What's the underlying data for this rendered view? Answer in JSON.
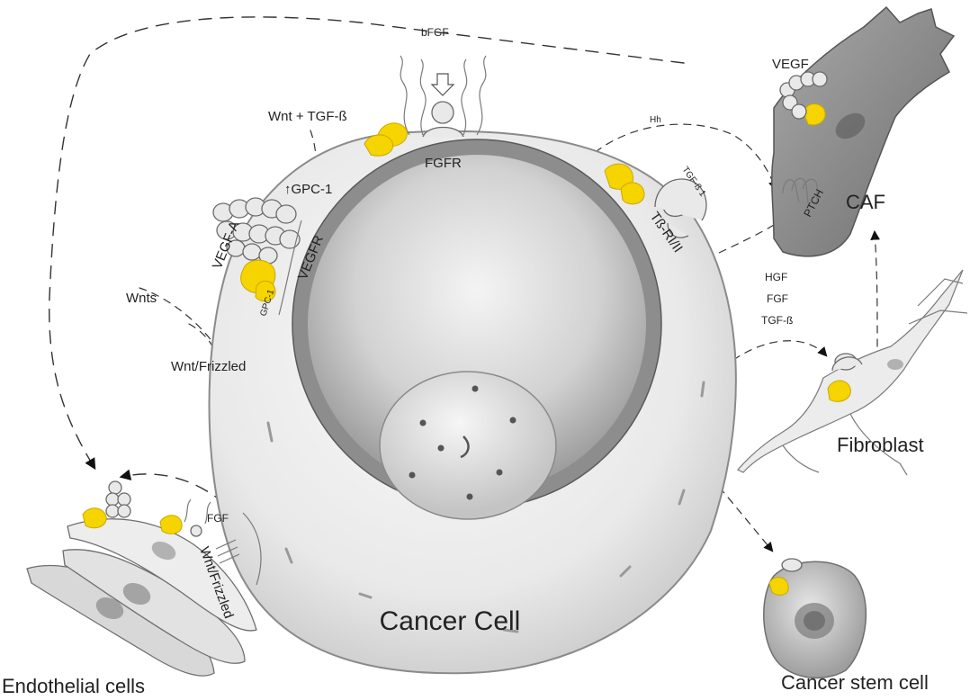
{
  "colors": {
    "protein_yellow": "#f5d400",
    "cell_outer": "#e4e4e4",
    "nucleus_membrane": "#6f6f6f",
    "line": "#333333"
  },
  "labels": {
    "cancer_cell": "Cancer Cell",
    "caf": "CAF",
    "fibroblast": "Fibroblast",
    "endothelial_cells": "Endothelial cells",
    "cancer_stem_cell": "Cancer stem cell",
    "bfgf": "bFGF",
    "fgfr": "FGFR",
    "wnt_tgf": "Wnt + TGF-ß",
    "gpc1_up": "↑GPC-1",
    "vegf_a": "VEGF-A",
    "vegfr": "VEGFR",
    "gpc1": "GPC-1",
    "wnts": "Wnts",
    "wnt_frizzled": "Wnt/Frizzled",
    "hh": "Hh",
    "tgf_b1": "TGF-ß 1",
    "tb_r": "Tß-RI/II",
    "vegf": "VEGF",
    "ptch": "PTCH",
    "hgf": "HGF",
    "fgf_caf": "FGF",
    "tgf_b": "TGF-ß",
    "fgf_endo": "FGF",
    "wnt_frizzled_endo": "Wnt/Frizzled"
  }
}
